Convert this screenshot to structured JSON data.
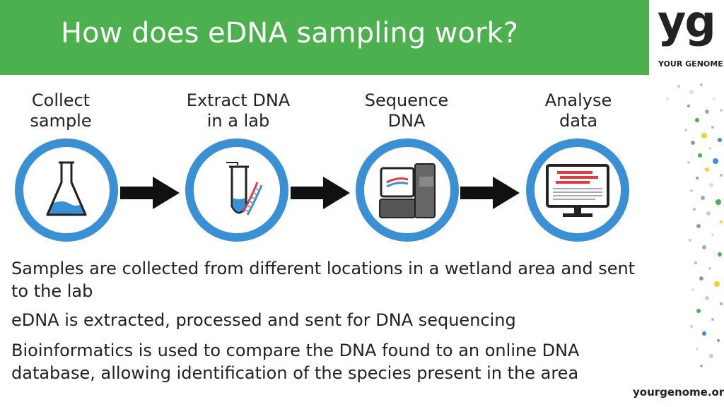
{
  "title": "How does eDNA sampling work?",
  "logo": {
    "mark": "yg",
    "name": "YOUR GENOME"
  },
  "steps": [
    {
      "label_line1": "Collect",
      "label_line2": "sample",
      "icon": "flask-icon"
    },
    {
      "label_line1": "Extract DNA",
      "label_line2": "in a lab",
      "icon": "test-tube-dna-icon"
    },
    {
      "label_line1": "Sequence",
      "label_line2": "DNA",
      "icon": "sequencer-icon"
    },
    {
      "label_line1": "Analyse",
      "label_line2": "data",
      "icon": "computer-monitor-icon"
    }
  ],
  "descriptions": [
    "Samples are collected from different locations in a wetland area and sent to the lab",
    "eDNA is extracted, processed and sent for DNA sequencing",
    "Bioinformatics is used to compare the DNA found to an online DNA database, allowing identification of the species present in the area"
  ],
  "footer": "yourgenome.org",
  "colors": {
    "header": "#4cb04f",
    "circle": "#3b8fd3",
    "arrow": "#111111"
  }
}
